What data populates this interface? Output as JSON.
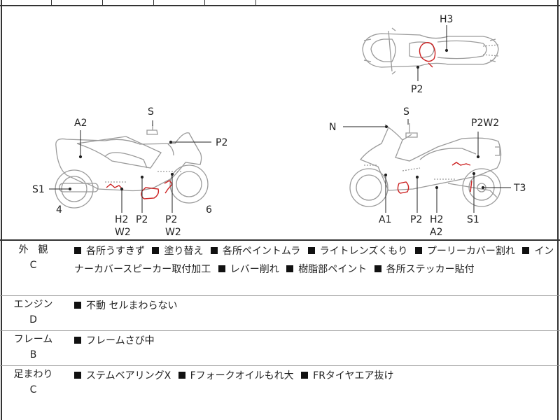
{
  "diagram": {
    "top_view": {
      "labels": [
        {
          "text": "H3"
        },
        {
          "text": "P2"
        }
      ]
    },
    "left_view": {
      "labels": [
        {
          "text": "S"
        },
        {
          "text": "A2"
        },
        {
          "text": "P2"
        },
        {
          "text": "S1"
        },
        {
          "text": "4"
        },
        {
          "text": "H2"
        },
        {
          "text": "W2"
        },
        {
          "text": "P2"
        },
        {
          "text": "P2"
        },
        {
          "text": "W2"
        },
        {
          "text": "6"
        }
      ]
    },
    "right_view": {
      "labels": [
        {
          "text": "S"
        },
        {
          "text": "N"
        },
        {
          "text": "P2W2"
        },
        {
          "text": "T3"
        },
        {
          "text": "A1"
        },
        {
          "text": "P2"
        },
        {
          "text": "H2"
        },
        {
          "text": "A2"
        },
        {
          "text": "S1"
        }
      ]
    },
    "colors": {
      "line": "#9a9a9a",
      "damage": "#cc2222",
      "text": "#222222"
    }
  },
  "sections": [
    {
      "category": "外　観",
      "grade": "C",
      "items": [
        "各所うすきず",
        "塗り替え",
        "各所ペイントムラ",
        "ライトレンズくもり",
        "プーリーカバー割れ",
        "インナーカバースピーカー取付加工",
        "レバー削れ",
        "樹脂部ペイント",
        "各所ステッカー貼付"
      ]
    },
    {
      "category": "エンジン",
      "grade": "D",
      "items": [
        "不動 セルまわらない"
      ]
    },
    {
      "category": "フレーム",
      "grade": "B",
      "items": [
        "フレームさび中"
      ]
    },
    {
      "category": "足まわり",
      "grade": "C",
      "items": [
        "ステムベアリングX",
        "Fフォークオイルもれ大",
        "FRタイヤエア抜け"
      ]
    }
  ]
}
